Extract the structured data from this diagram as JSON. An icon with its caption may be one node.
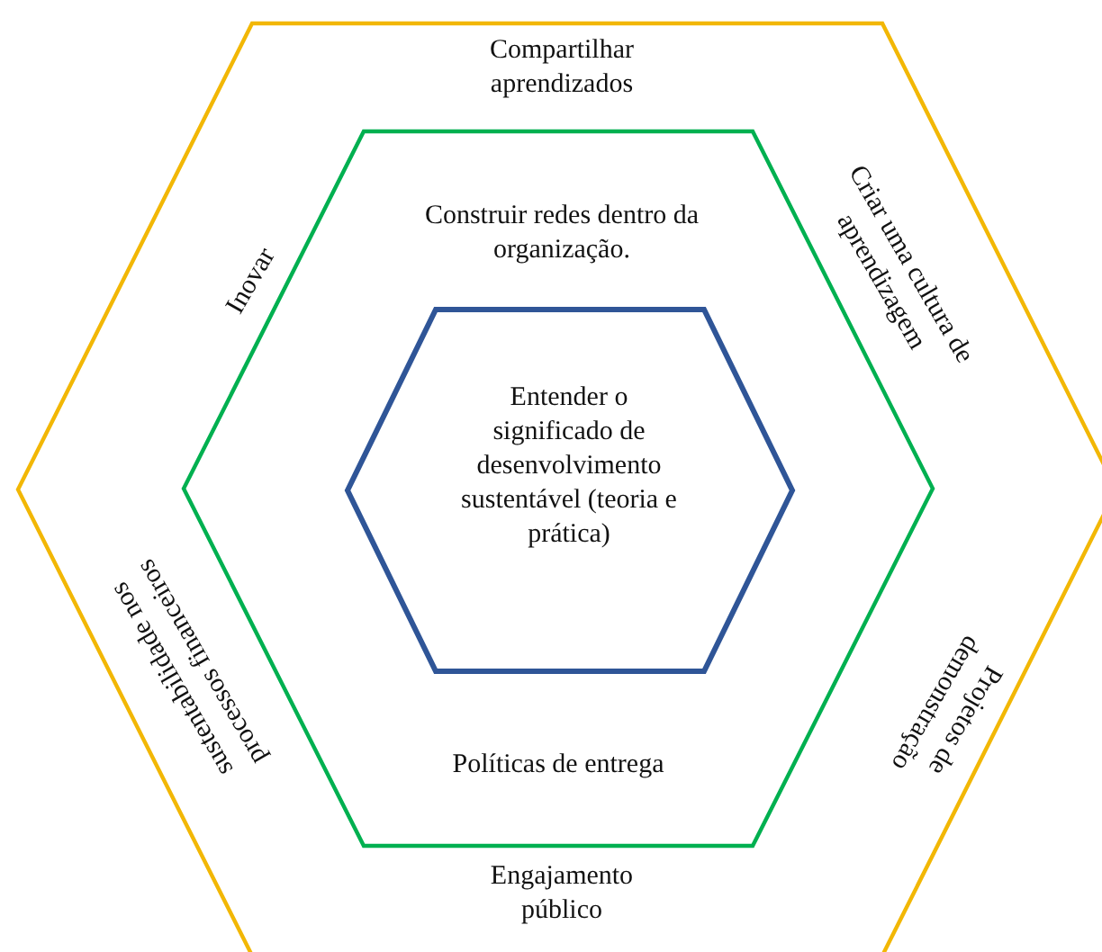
{
  "diagram": {
    "nodes": [
      {
        "text": [
          "Compartilhar aprendizados",
          "Inovar",
          "Criar uma cultura de aprendizagem",
          "sustentabilidade nos processos financeiros",
          "Projetos de demonstração",
          "Engajamento público"
        ]
      },
      {
        "text": [
          "Construir redes dentro da organização.",
          "Políticas de entrega"
        ],
        "in": 0
      },
      {
        "text": [
          "Entender o significado de desenvolvimento sustentável (teoria e prática)"
        ],
        "in": 1
      }
    ]
  }
}
